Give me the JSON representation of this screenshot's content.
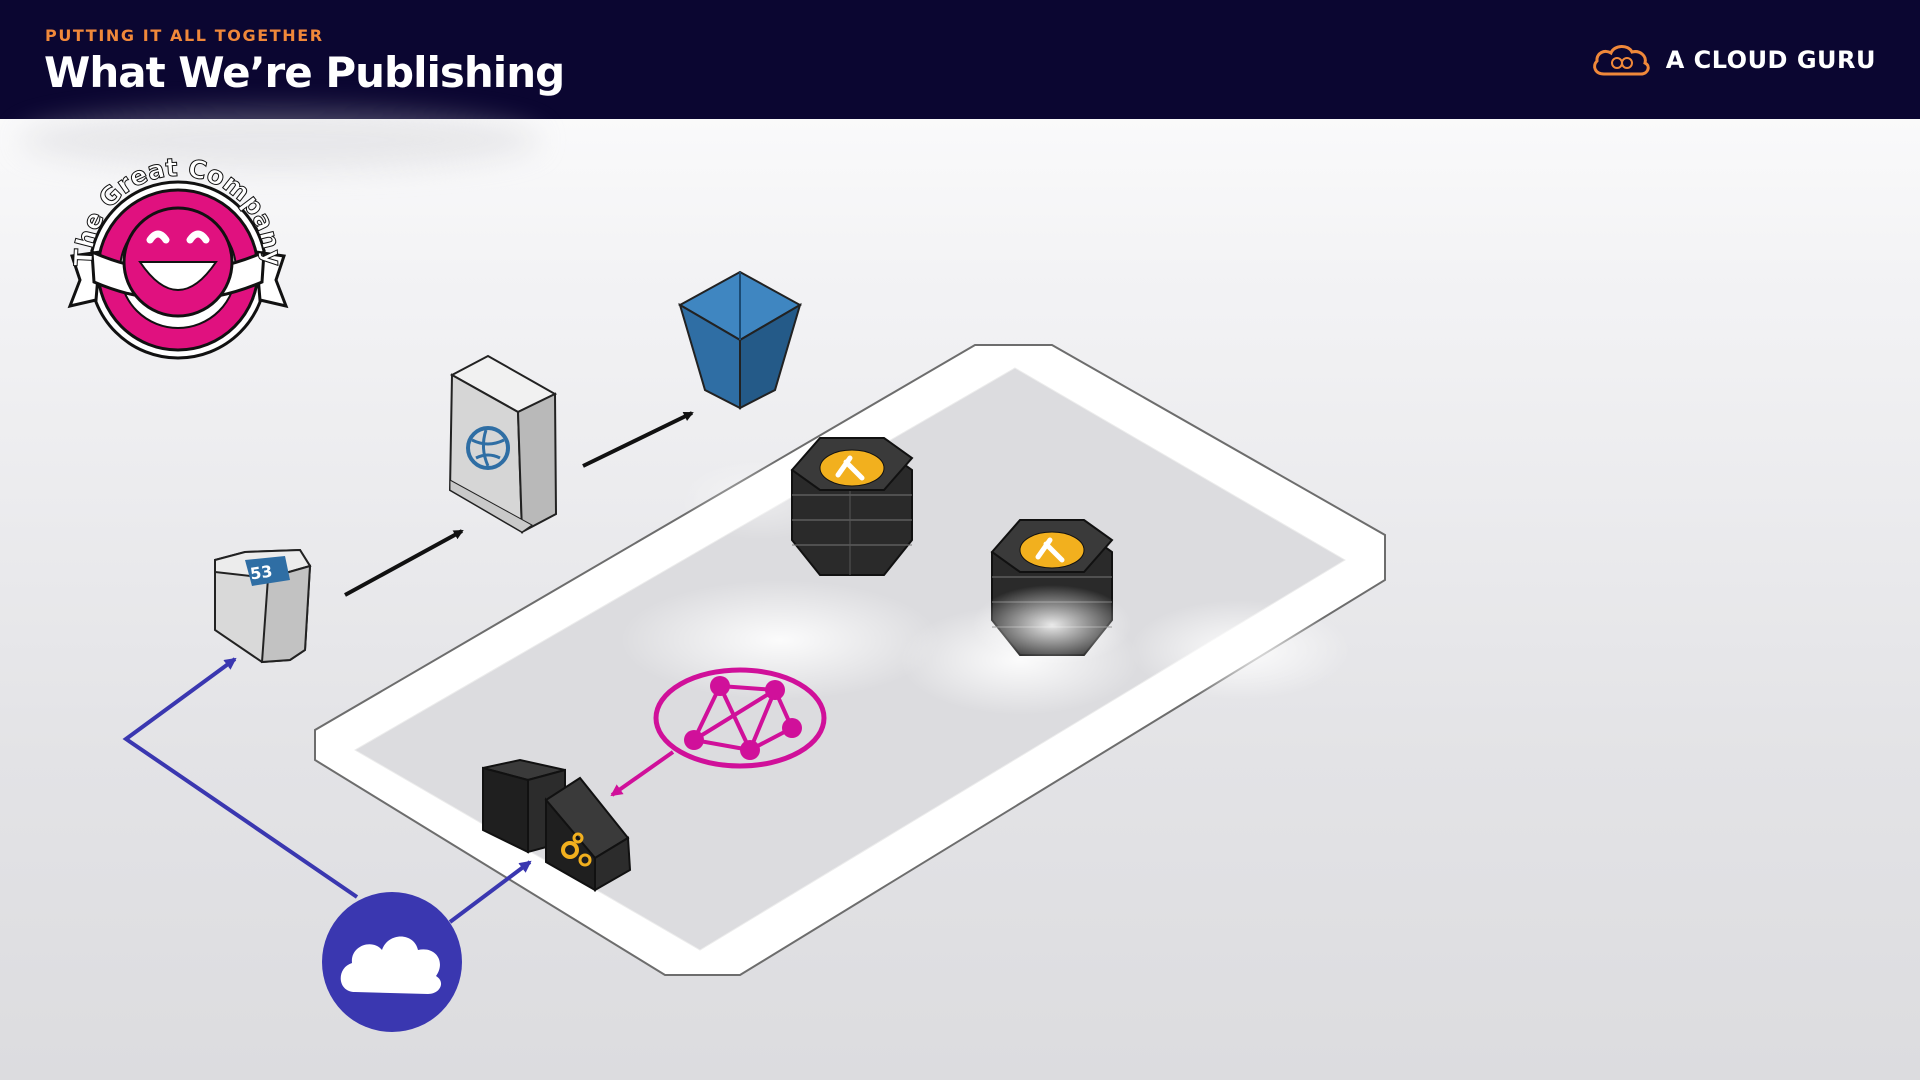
{
  "header": {
    "eyebrow": "PUTTING IT ALL TOGETHER",
    "title": "What We’re Publishing",
    "brand": "A CLOUD GURU",
    "brand_icon": "cloud-logo-icon"
  },
  "diagram": {
    "logo_text": "The Great Company",
    "route53_label": "53",
    "colors": {
      "header_bg": "#0b0631",
      "accent_orange": "#f0883a",
      "logo_magenta": "#e0117f",
      "graphql_magenta": "#d0109a",
      "user_blue": "#3a37b0",
      "s3_blue": "#2f6ea4",
      "lambda_yellow": "#f2b01e"
    },
    "icons": [
      "great-company-logo",
      "route53-icon",
      "cloudfront-icon",
      "s3-bucket-icon",
      "lambda-stack-icon",
      "lambda-stack-icon",
      "graphql-icon",
      "appsync-icon",
      "user-cloud-icon"
    ]
  }
}
